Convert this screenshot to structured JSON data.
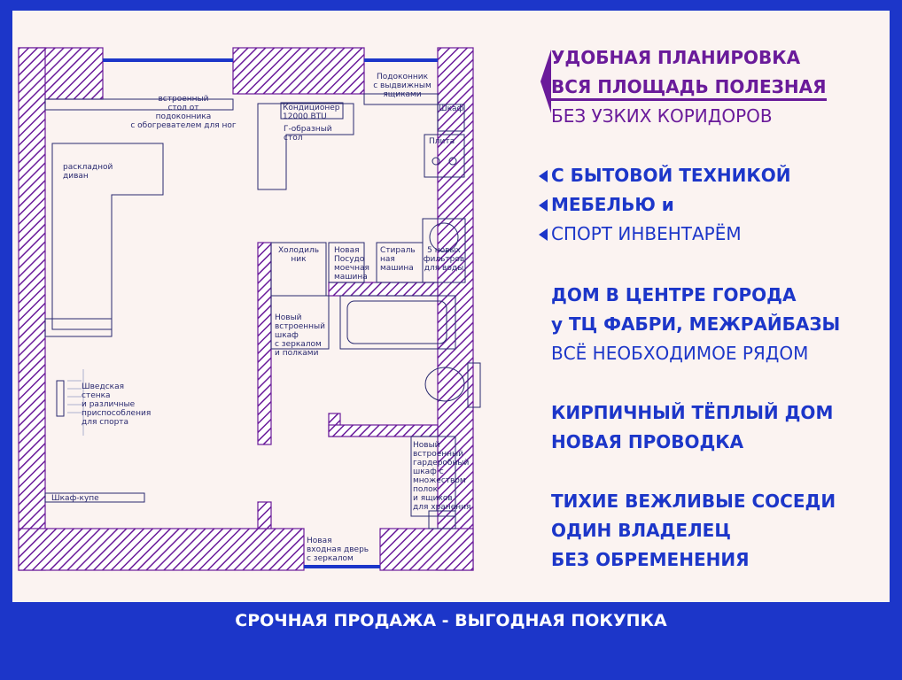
{
  "plan": {
    "desk_label": "встроенный\nстол от\nподоконника\nс обогревателем для ног",
    "sill_label": "Подоконник\nс выдвижным\nящиками",
    "ac_label": "Кондиционер\n12000 BTU",
    "gdesk_label": "Г-образный\nстол",
    "wardrobe_label": "Шкаф",
    "stove_label": "Плита",
    "sofa_label": "раскладной\nдиван",
    "fridge_label": "Холодиль\nник",
    "dishwasher_label": "Новая\nПосудо\nмоечная\nмашина",
    "washer_label": "Стираль\nная\nмашина",
    "filters_label": "5 новых\nфильтров\nдля воды",
    "closet_label": "Новый\nвстроенный\nшкаф\nс зеркалом\nи полками",
    "wallbars_label": "Шведская\nстенка\nи различные\nприспособления\nдля спорта",
    "big_wardrobe_label": "Новый\nвстроенный\nгардеробный\nшкаф с\nмножеством\nполок\nи ящиков\nдля хранения",
    "coupe_label": "Шкаф-купе",
    "door_label": "Новая\nвходная дверь\nс зеркалом"
  },
  "features": {
    "group1": [
      "УДОБНАЯ ПЛАНИРОВКА",
      "ВСЯ ПЛОЩАДЬ ПОЛЕЗНАЯ",
      "БЕЗ УЗКИХ КОРИДОРОВ"
    ],
    "group2": [
      "С БЫТОВОЙ ТЕХНИКОЙ",
      "МЕБЕЛЬЮ и",
      "СПОРТ ИНВЕНТАРЁМ"
    ],
    "group3": [
      "ДОМ В ЦЕНТРЕ ГОРОДА",
      "у ТЦ ФАБРИ, МЕЖРАЙБАЗЫ",
      "ВСЁ НЕОБХОДИМОЕ РЯДОМ"
    ],
    "group4": [
      "КИРПИЧНЫЙ ТЁПЛЫЙ ДОМ",
      "НОВАЯ ПРОВОДКА"
    ],
    "group5": [
      "ТИХИЕ ВЕЖЛИВЫЕ СОСЕДИ",
      "ОДИН ВЛАДЕЛЕЦ",
      "БЕЗ ОБРЕМЕНЕНИЯ"
    ]
  },
  "footer": "СРОЧНАЯ ПРОДАЖА - ВЫГОДНАЯ ПОКУПКА",
  "colors": {
    "background": "#1c36c9",
    "card": "#fbf3f1",
    "wall": "#6a1b9a",
    "accent": "#1c36c9"
  }
}
